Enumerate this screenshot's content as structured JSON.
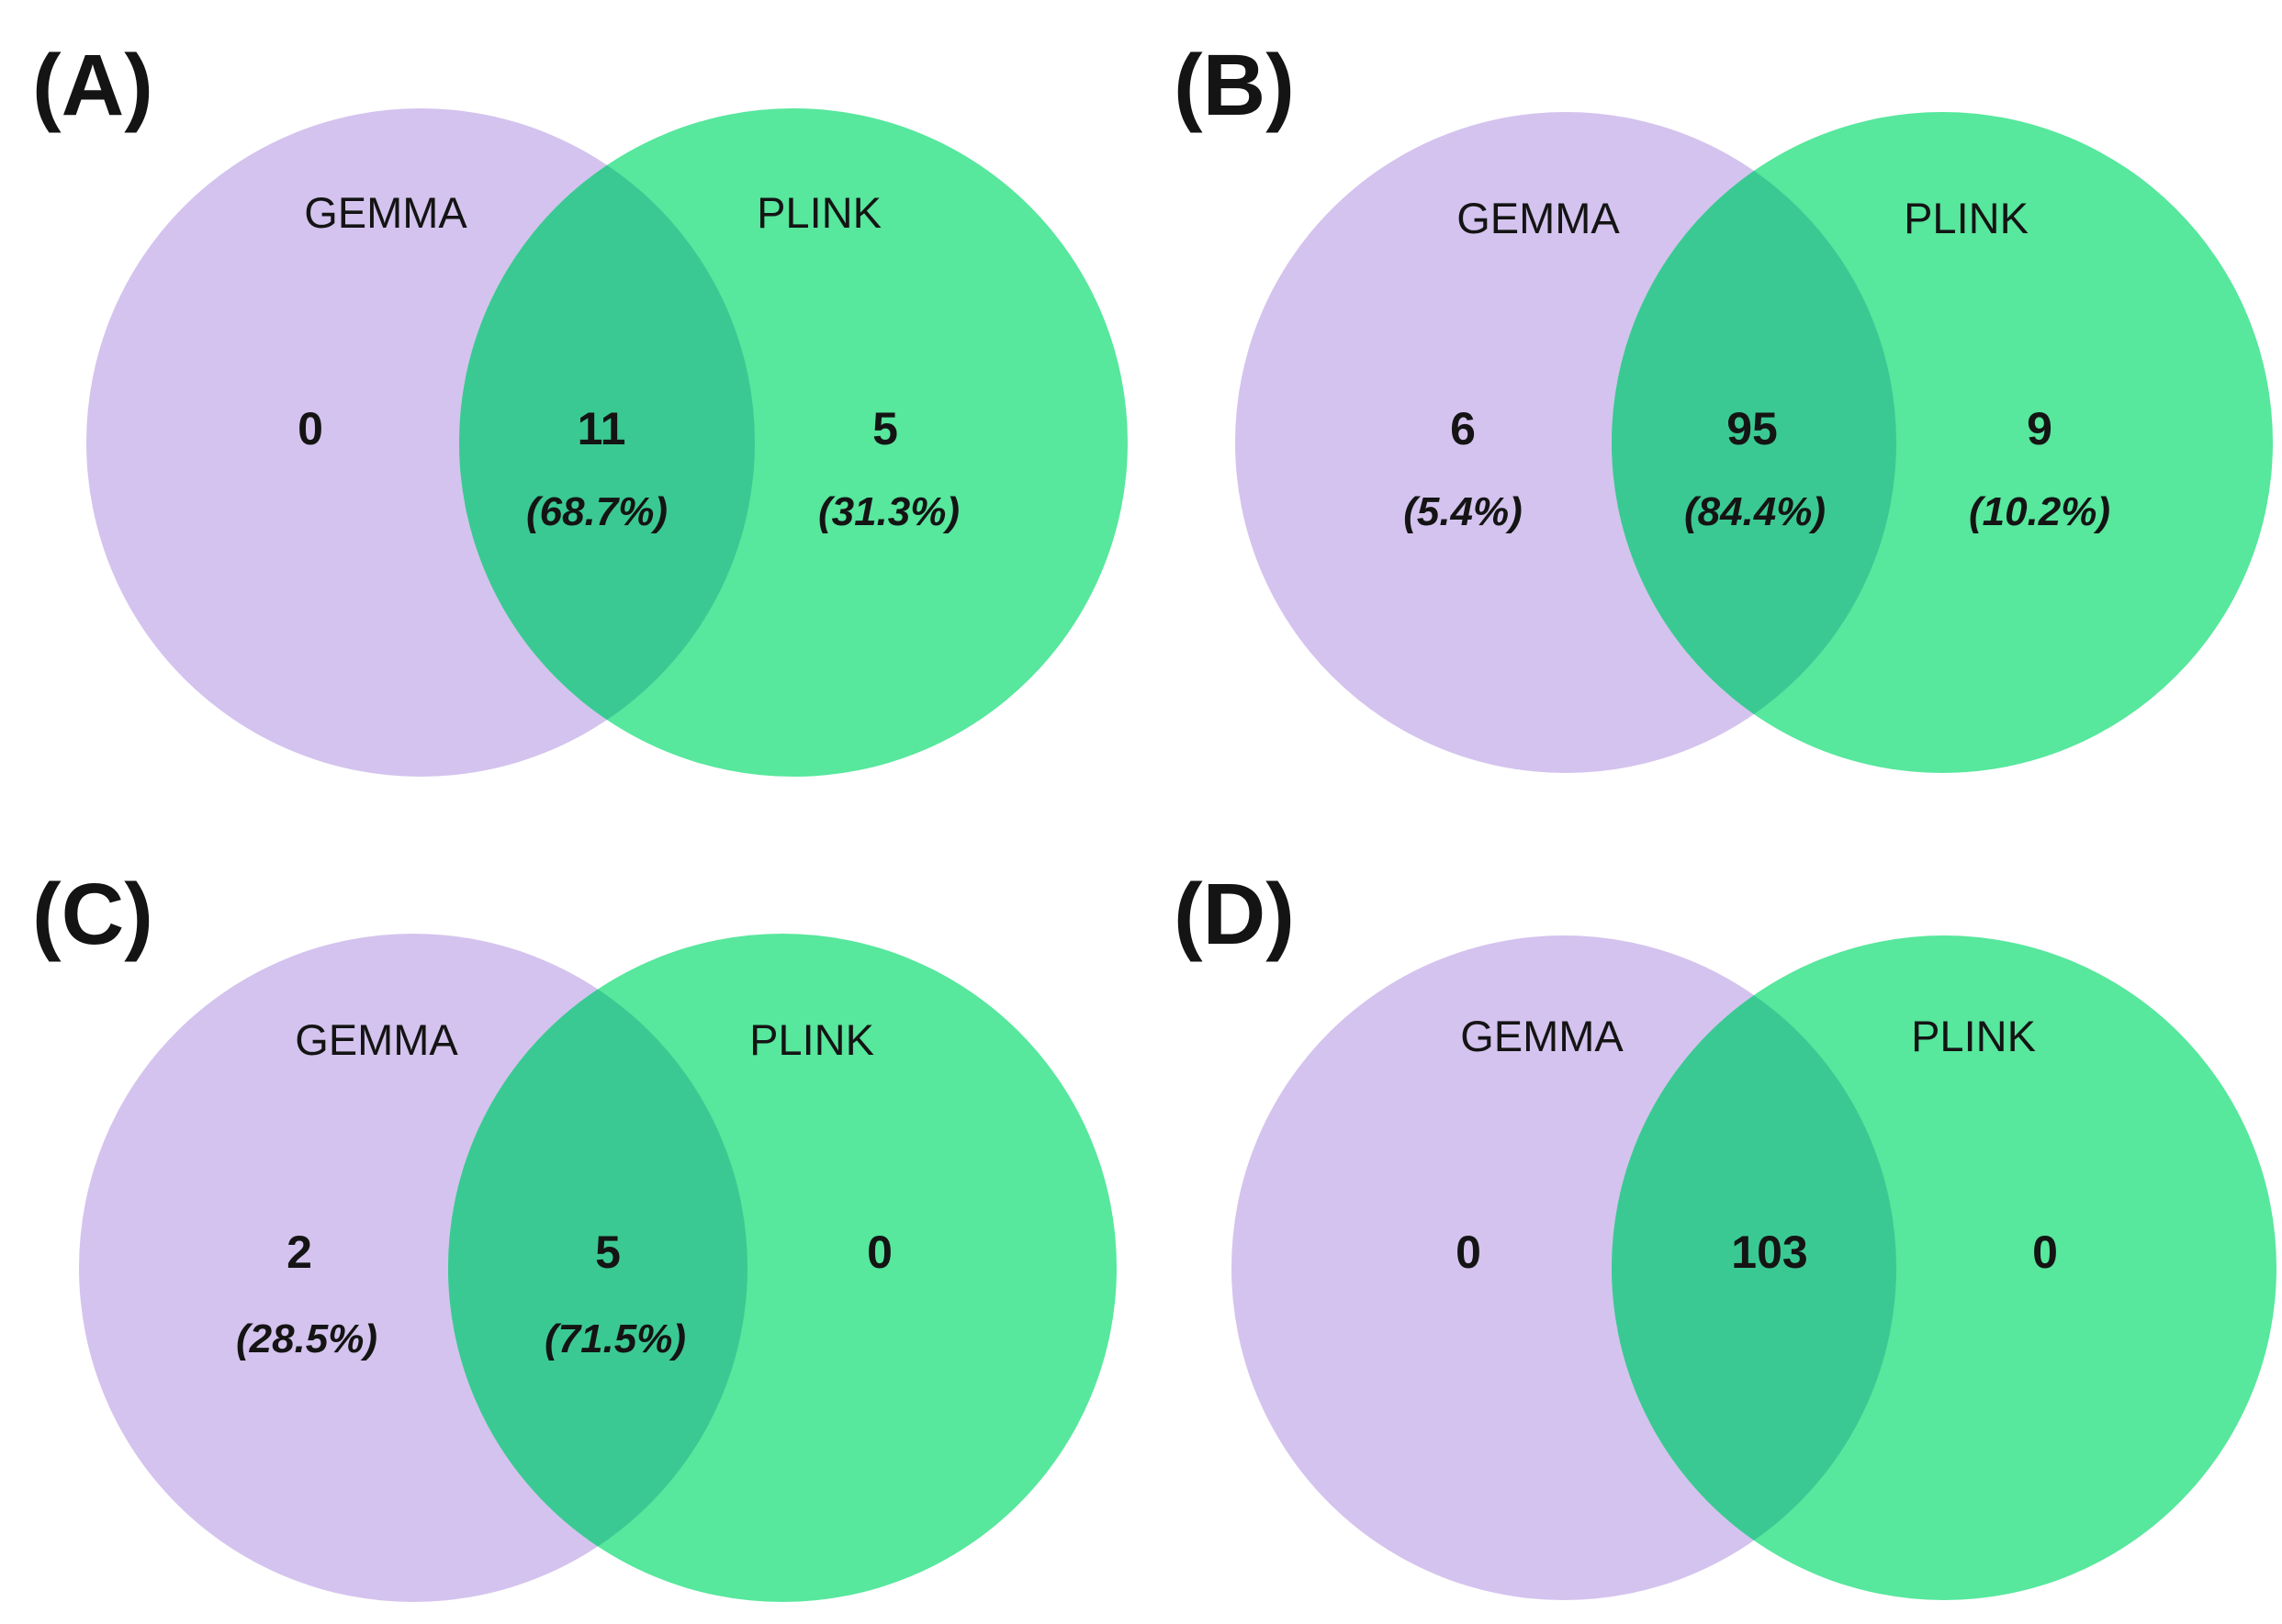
{
  "figure": {
    "description": "Four Venn diagrams comparing significant SNPs detected by GEMMA and PLINK",
    "colors": {
      "gemma_circle": "#d4c3ee",
      "plink_circle": "#57e79d",
      "overlap": "#3bc993",
      "panel_label": "#1c2b1f",
      "text": "#141414"
    }
  },
  "chart_data": [
    {
      "type": "venn",
      "panel": "A",
      "sets": [
        "GEMMA",
        "PLINK"
      ],
      "regions": {
        "GEMMA_only": 0,
        "intersection": 11,
        "PLINK_only": 5
      },
      "percent_labels": {
        "intersection": "68.7%",
        "PLINK_only": "31.3%"
      }
    },
    {
      "type": "venn",
      "panel": "B",
      "sets": [
        "GEMMA",
        "PLINK"
      ],
      "regions": {
        "GEMMA_only": 6,
        "intersection": 95,
        "PLINK_only": 9
      },
      "percent_labels": {
        "GEMMA_only": "5.4%",
        "intersection": "84.4%",
        "PLINK_only": "10.2%"
      }
    },
    {
      "type": "venn",
      "panel": "C",
      "sets": [
        "GEMMA",
        "PLINK"
      ],
      "regions": {
        "GEMMA_only": 2,
        "intersection": 5,
        "PLINK_only": 0
      },
      "percent_labels": {
        "GEMMA_only": "28.5%",
        "intersection": "71.5%"
      }
    },
    {
      "type": "venn",
      "panel": "D",
      "sets": [
        "GEMMA",
        "PLINK"
      ],
      "regions": {
        "GEMMA_only": 0,
        "intersection": 103,
        "PLINK_only": 0
      },
      "percent_labels": {}
    }
  ],
  "panels": [
    {
      "label": "(A)",
      "left_set": "GEMMA",
      "right_set": "PLINK",
      "left_value": "0",
      "left_pct": "",
      "mid_value": "11",
      "mid_pct": "(68.7%)",
      "right_value": "5",
      "right_pct": "(31.3%)"
    },
    {
      "label": "(B)",
      "left_set": "GEMMA",
      "right_set": "PLINK",
      "left_value": "6",
      "left_pct": "(5.4%)",
      "mid_value": "95",
      "mid_pct": "(84.4%)",
      "right_value": "9",
      "right_pct": "(10.2%)"
    },
    {
      "label": "(C)",
      "left_set": "GEMMA",
      "right_set": "PLINK",
      "left_value": "2",
      "left_pct": "(28.5%)",
      "mid_value": "5",
      "mid_pct": "(71.5%)",
      "right_value": "0",
      "right_pct": ""
    },
    {
      "label": "(D)",
      "left_set": "GEMMA",
      "right_set": "PLINK",
      "left_value": "0",
      "left_pct": "",
      "mid_value": "103",
      "mid_pct": "",
      "right_value": "0",
      "right_pct": ""
    }
  ]
}
